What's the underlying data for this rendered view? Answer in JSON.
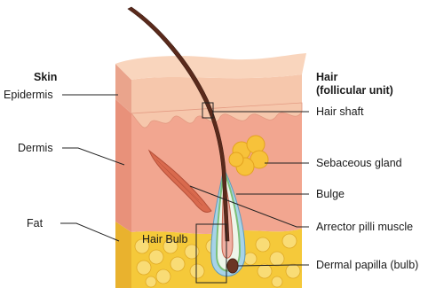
{
  "headings": {
    "skin": "Skin",
    "hair_line1": "Hair",
    "hair_line2": "(follicular unit)"
  },
  "labels": {
    "epidermis": "Epidermis",
    "dermis": "Dermis",
    "fat": "Fat",
    "hair_shaft": "Hair shaft",
    "sebaceous_gland": "Sebaceous gland",
    "bulge": "Bulge",
    "arrector_pili": "Arrector pilli muscle",
    "dermal_papilla": "Dermal papilla (bulb)",
    "hair_bulb": "Hair Bulb"
  },
  "colors": {
    "epidermis": "#f4c2a6",
    "dermis": "#f0a48c",
    "fat": "#f5c93a",
    "hair": "#5a2a1c",
    "gland": "#f7c23a",
    "muscle": "#d96a4e",
    "sheath_green": "#7cc07a",
    "sheath_blue": "#a7d3e8",
    "papilla": "#6b3524"
  }
}
